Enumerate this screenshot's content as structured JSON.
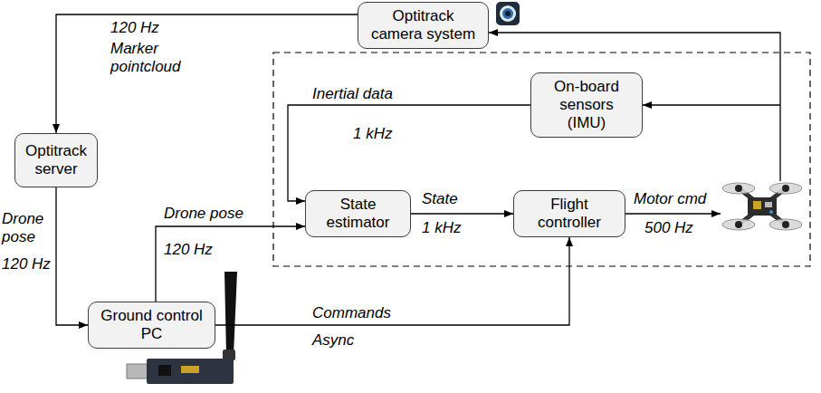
{
  "diagram": {
    "nodes": [
      {
        "text": [
          "Optitrack camera system"
        ]
      },
      {
        "text": [
          "Optitrack server"
        ]
      },
      {
        "text": [
          "On-board sensors (IMU)"
        ]
      },
      {
        "text": [
          "State estimator"
        ]
      },
      {
        "text": [
          "Flight controller"
        ]
      },
      {
        "text": [
          "Ground control PC"
        ]
      }
    ],
    "edges": [
      {
        "from": 0,
        "to": 1,
        "arrow": "to",
        "label": "Marker pointcloud"
      },
      {
        "from": 1,
        "to": 5,
        "arrow": "to",
        "label": "Drone pose"
      },
      {
        "from": 5,
        "to": 3,
        "arrow": "to",
        "label": "Drone pose"
      },
      {
        "from": 2,
        "to": 3,
        "arrow": "to",
        "label": "Inertial data"
      },
      {
        "from": 3,
        "to": 4,
        "arrow": "to",
        "label": "State"
      },
      {
        "from": 5,
        "to": 4,
        "arrow": "to",
        "label": "Commands"
      }
    ],
    "labels": [
      "120 Hz",
      "120 Hz",
      "120 Hz",
      "1 kHz",
      "1 kHz",
      "Motor cmd",
      "500 Hz",
      "Async"
    ]
  }
}
